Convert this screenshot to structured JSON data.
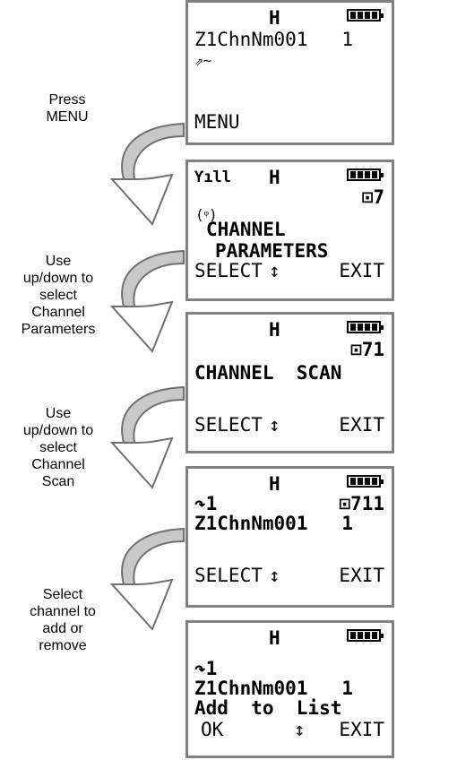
{
  "captions": [
    "Press\nMENU",
    "Use\nup/down to\nselect\nChannel\nParameters",
    "Use\nup/down to\nselect\nChannel\nScan",
    "Select\nchannel to\nadd or\nremove"
  ],
  "screens": [
    {
      "mode": "H",
      "lines": [
        "Z1ChnNm001   1",
        "⇗∼"
      ],
      "softkey_left": "MENU",
      "softkey_mid": "",
      "softkey_right": ""
    },
    {
      "mode": "H",
      "signal": "Ƴıll",
      "group": "⊡7",
      "lines": [
        "CHANNEL",
        "PARAMETERS"
      ],
      "softkey_left": "SELECT",
      "softkey_mid": "↕",
      "softkey_right": "EXIT"
    },
    {
      "mode": "H",
      "group": "⊡71",
      "lines": [
        "CHANNEL  SCAN"
      ],
      "softkey_left": "SELECT",
      "softkey_mid": "↕",
      "softkey_right": "EXIT"
    },
    {
      "mode": "H",
      "group": "⊡711",
      "lines": [
        "↷1",
        "Z1ChnNm001   1"
      ],
      "softkey_left": "SELECT",
      "softkey_mid": "↕",
      "softkey_right": "EXIT"
    },
    {
      "mode": "H",
      "lines": [
        "↷1",
        "Z1ChnNm001   1",
        "Add  to  List"
      ],
      "softkey_left": "OK",
      "softkey_mid": "↕",
      "softkey_right": "EXIT"
    }
  ],
  "icons": {
    "arrow": "curved-down-arrow-icon",
    "battery": "battery-icon",
    "antenna": "antenna-icon"
  },
  "colors": {
    "arrow_fill": "#c8c8c8",
    "arrow_stroke": "#707070",
    "border": "#808080"
  }
}
